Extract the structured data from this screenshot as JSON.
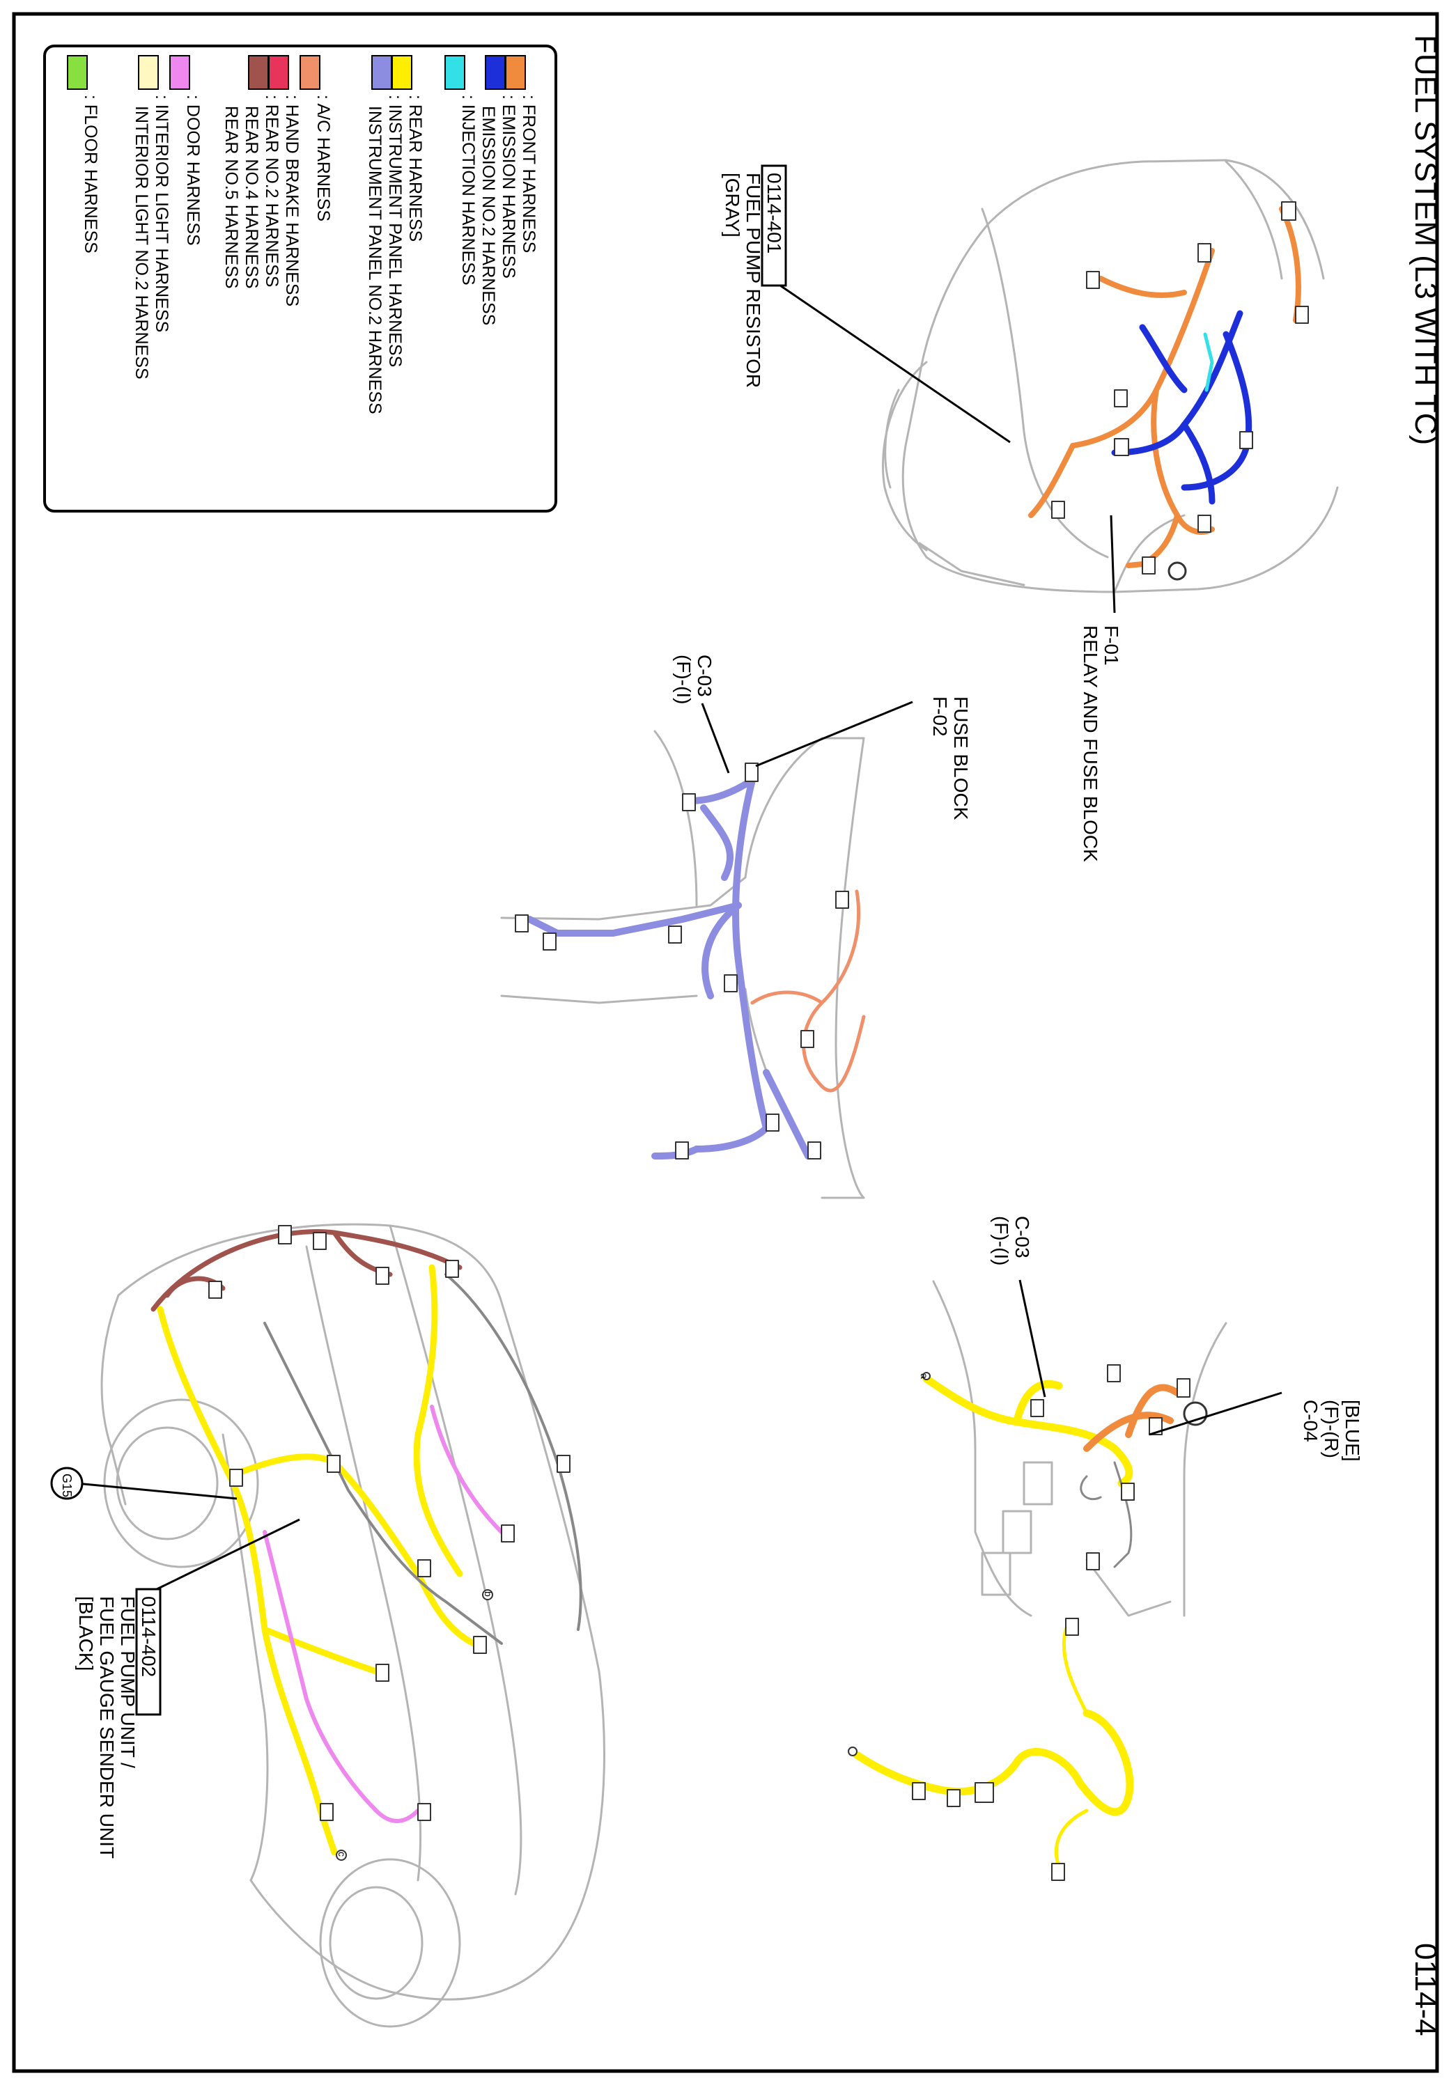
{
  "page": {
    "title": "FUEL SYSTEM (L3 WITH TC)",
    "page_number": "0114-4"
  },
  "legend": {
    "items": [
      {
        "label": ": FRONT HARNESS",
        "color": "#f08a3c"
      },
      {
        "label": ": EMISSION HARNESS",
        "color": "#1d2fd8"
      },
      {
        "label": "EMISSION NO.2 HARNESS",
        "color": ""
      },
      {
        "label": ": INJECTION HARNESS",
        "color": "#33e0e8"
      },
      {
        "label": ": REAR HARNESS",
        "color": "#ffee00"
      },
      {
        "label": ": INSTRUMENT PANEL HARNESS",
        "color": "#8c8ce0"
      },
      {
        "label": "INSTRUMENT PANEL NO.2 HARNESS",
        "color": ""
      },
      {
        "label": ": A/C HARNESS",
        "color": "#f0906a"
      },
      {
        "label": ": HAND BRAKE HARNESS",
        "color": "#e8345a"
      },
      {
        "label": ": REAR NO.2 HARNESS",
        "color": "#a0524c"
      },
      {
        "label": "REAR NO.4 HARNESS",
        "color": ""
      },
      {
        "label": "REAR NO.5 HARNESS",
        "color": ""
      },
      {
        "label": ": DOOR HARNESS",
        "color": "#ee88ee"
      },
      {
        "label": ": INTERIOR LIGHT HARNESS",
        "color": "#fff8c0"
      },
      {
        "label": "INTERIOR LIGHT NO.2 HARNESS",
        "color": ""
      },
      {
        "label": ": FLOOR HARNESS",
        "color": "#88e040"
      }
    ]
  },
  "callouts": {
    "c401": {
      "code": "0114-401",
      "line1": "FUEL PUMP RESISTOR",
      "line2": "[GRAY]"
    },
    "f01": {
      "code": "F-01",
      "line1": "RELAY AND FUSE BLOCK"
    },
    "f02": {
      "line1": "FUSE BLOCK",
      "code": "F-02"
    },
    "c03a": {
      "code": "C-03",
      "line1": "(F)-(I)"
    },
    "c03b": {
      "code": "C-03",
      "line1": "(F)-(I)"
    },
    "c04": {
      "code": "C-04",
      "line1": "(F)-(R)",
      "line2": "[BLUE]"
    },
    "g15": {
      "code": "G15"
    },
    "c402": {
      "code": "0114-402",
      "line1": "FUEL PUMP UNIT /",
      "line2": "FUEL GAUGE SENDER UNIT",
      "line3": "[BLACK]"
    },
    "markers": {
      "a": "a",
      "b": "b",
      "c": "c"
    }
  },
  "colors": {
    "front": "#f08a3c",
    "emission": "#1d2fd8",
    "injection": "#33e0e8",
    "rear": "#ffee00",
    "instrument": "#8c8ce0",
    "ac": "#f0906a",
    "handbrake": "#e8345a",
    "rear2": "#a0524c",
    "door": "#ee88ee",
    "interior": "#fff8c0",
    "floor": "#88e040",
    "outline": "#b4b4b4"
  }
}
